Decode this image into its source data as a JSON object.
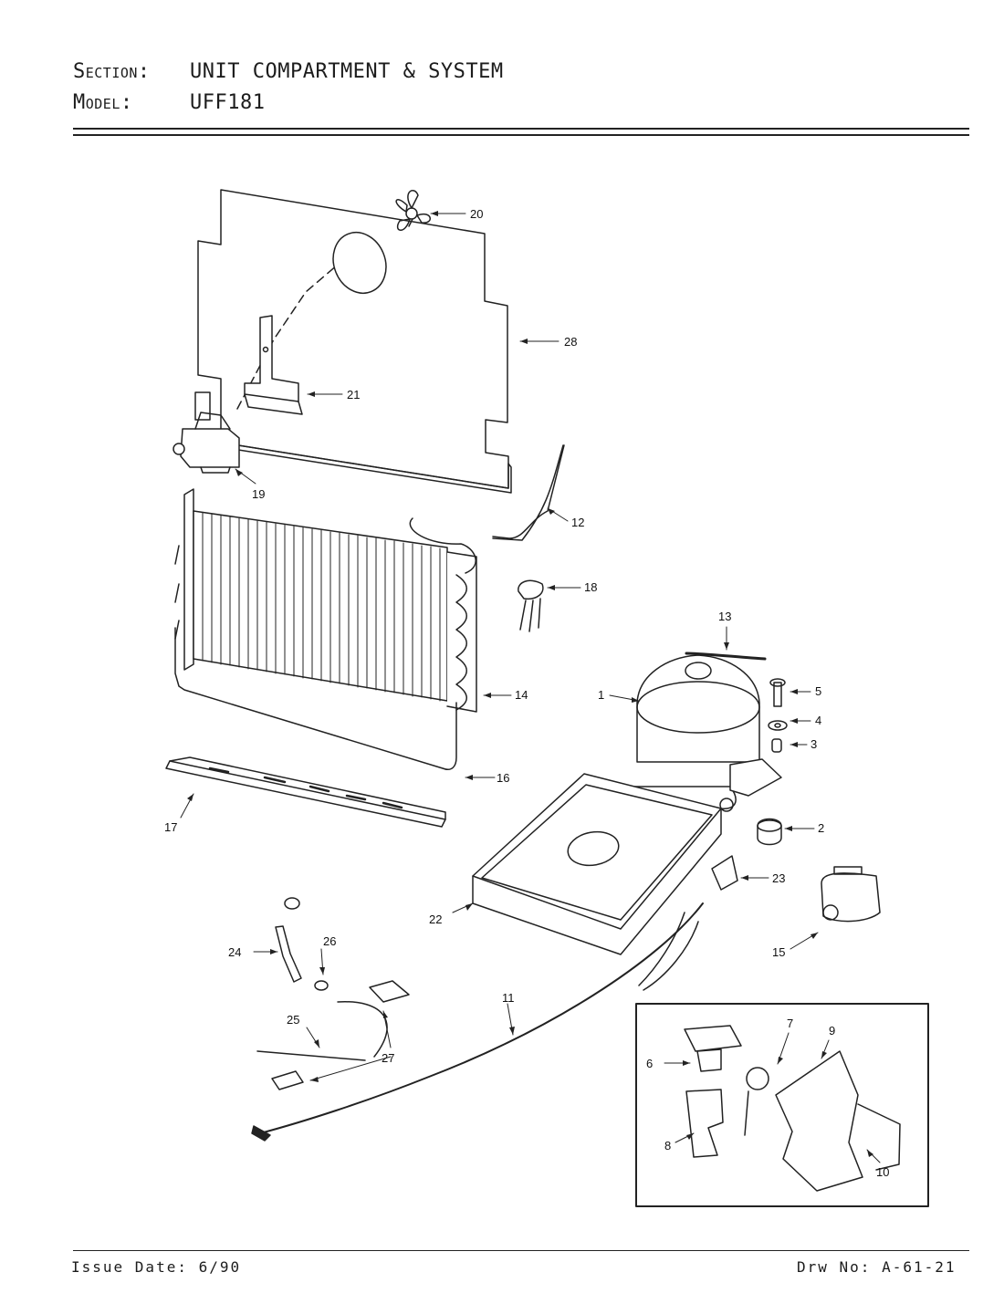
{
  "header": {
    "section_label": "Section:",
    "section_value": "UNIT COMPARTMENT & SYSTEM",
    "model_label": "Model:",
    "model_value": "UFF181"
  },
  "footer": {
    "issue_date": "Issue Date: 6/90",
    "drawing_number": "Drw No: A-61-21"
  },
  "callouts": [
    "1",
    "2",
    "3",
    "4",
    "5",
    "6",
    "7",
    "8",
    "9",
    "10",
    "11",
    "12",
    "13",
    "14",
    "15",
    "16",
    "17",
    "18",
    "19",
    "20",
    "21",
    "22",
    "23",
    "24",
    "25",
    "26",
    "27",
    "28"
  ]
}
